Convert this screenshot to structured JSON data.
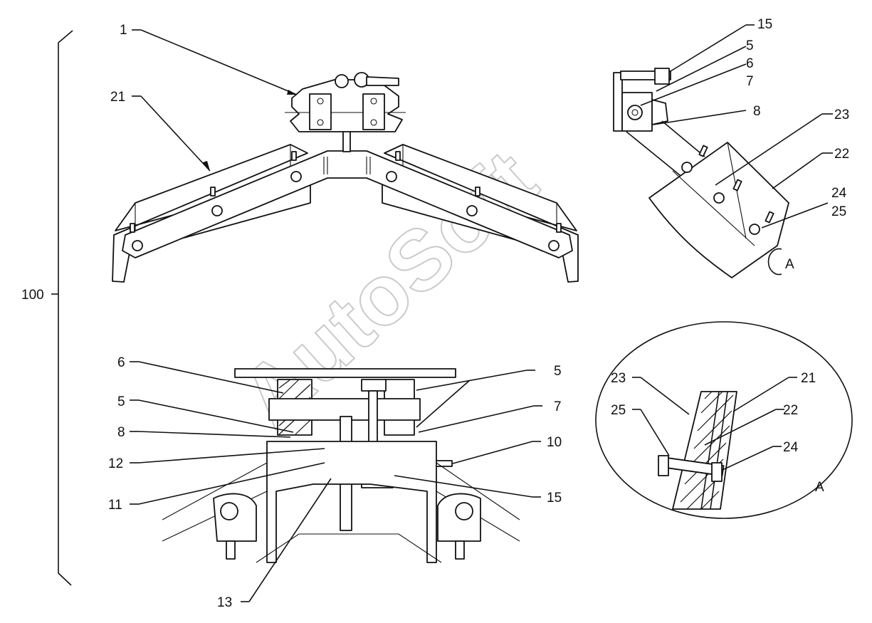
{
  "watermark": "AutoSoft",
  "assembly_number": "100",
  "callouts": {
    "top_left": {
      "part1": "1",
      "part21": "21"
    },
    "top_right": {
      "part15": "15",
      "part5": "5",
      "part6": "6",
      "part7": "7",
      "part8": "8",
      "part23": "23",
      "part22": "22",
      "part24": "24",
      "part25": "25",
      "view_marker": "A"
    },
    "bottom_left": {
      "part6": "6",
      "part5_left": "5",
      "part8": "8",
      "part12": "12",
      "part11": "11",
      "part13": "13",
      "part5_right": "5",
      "part7": "7",
      "part10": "10",
      "part15": "15"
    },
    "detail": {
      "part23": "23",
      "part21": "21",
      "part25": "25",
      "part22": "22",
      "part24": "24",
      "view_label": "A"
    }
  }
}
